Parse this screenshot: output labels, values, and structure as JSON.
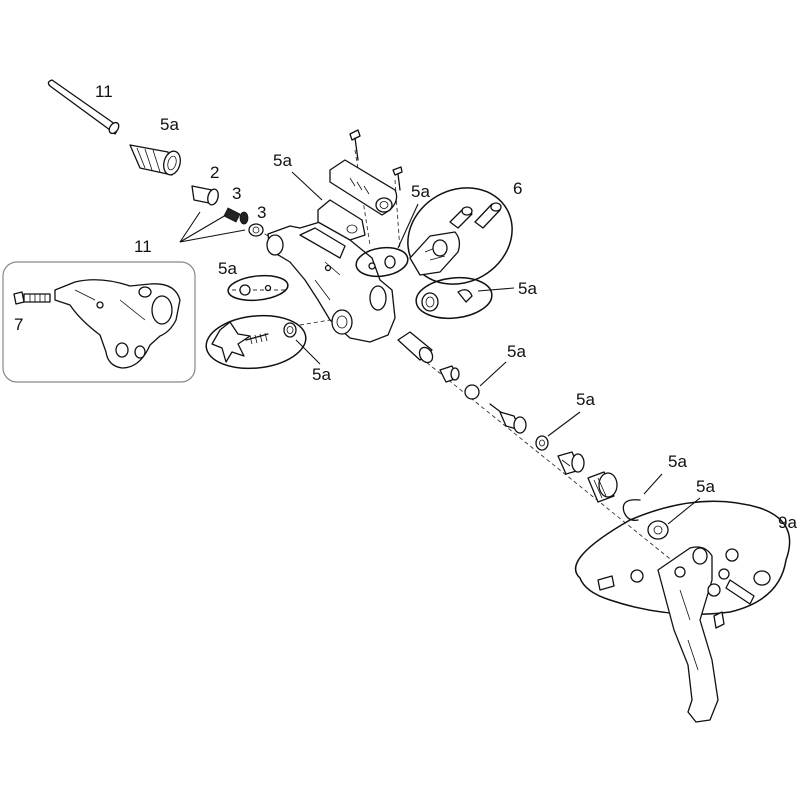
{
  "callouts": {
    "hose": "11",
    "hose_fitting": "5a",
    "olive": "2",
    "bleed_screw_a": "3",
    "bleed_screw_b": "3",
    "hose_group": "11",
    "reservoir_cap": "5a",
    "cap_seal": "5a",
    "bladder": "6",
    "small_hardware": "5a",
    "clamp_screw": "5a",
    "reach_adjust": "5a",
    "piston_cup": "5a",
    "piston": "5a",
    "circlip": "5a",
    "bushing": "5a",
    "lever_kit": "9a",
    "inset_bolt": "7"
  }
}
